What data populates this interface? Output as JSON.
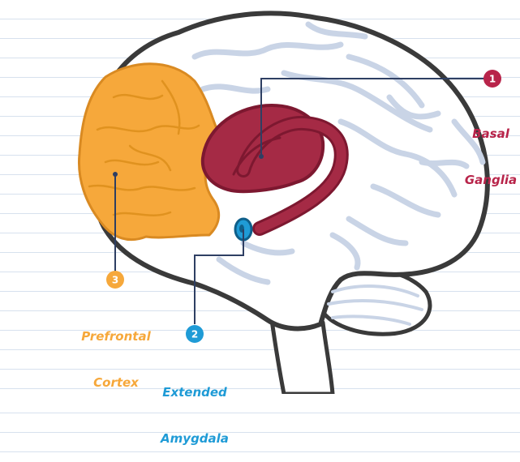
{
  "colors": {
    "background": "#ffffff",
    "paper_lines": "#d7e1ee",
    "brain_outline": "#3a3a3a",
    "brain_fill": "#ffffff",
    "brain_folds": "#c9d4e6",
    "basal_ganglia": "#a52a45",
    "basal_ganglia_dark": "#7d1830",
    "extended_amygdala": "#1f9bd6",
    "prefrontal_cortex": "#f6a83b",
    "prefrontal_cortex_light": "#f9bf63"
  },
  "labels": [
    {
      "number": "1",
      "lines": [
        "Basal",
        "Ganglia"
      ],
      "color": "#b8244a"
    },
    {
      "number": "2",
      "lines": [
        "Extended",
        "Amygdala"
      ],
      "color": "#1f9bd6"
    },
    {
      "number": "3",
      "lines": [
        "Prefrontal",
        "Cortex"
      ],
      "color": "#f6a83b"
    }
  ]
}
